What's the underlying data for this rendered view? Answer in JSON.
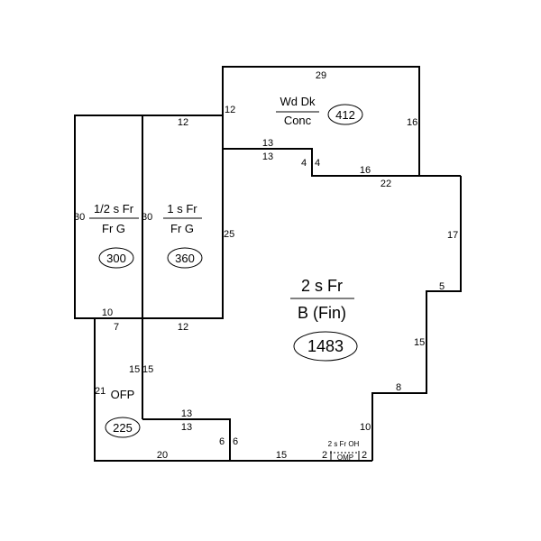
{
  "areas": {
    "deck": {
      "label_top": "Wd Dk",
      "label_bottom": "Conc",
      "area": "412"
    },
    "half_story": {
      "label_top": "1/2 s Fr",
      "label_bottom": "Fr G",
      "area": "300"
    },
    "one_story": {
      "label_top": "1 s Fr",
      "label_bottom": "Fr G",
      "area": "360"
    },
    "main": {
      "label_top": "2 s Fr",
      "label_bottom": "B (Fin)",
      "area": "1483"
    },
    "porch": {
      "label": "OFP",
      "area": "225"
    },
    "bay": {
      "label_top": "2 s Fr OH",
      "label_bottom": "OMP"
    }
  },
  "dimensions": {
    "deck_top": "29",
    "deck_left": "12",
    "deck_right": "16",
    "deck_step_top": "13",
    "deck_step_bottom": "13",
    "deck_step_left": "4",
    "deck_step_right": "4",
    "deck_bottom": "16",
    "main_top_right": "22",
    "main_right_upper": "17",
    "main_notch_top": "5",
    "main_right_mid": "15",
    "main_notch_lower": "8",
    "main_right_lower": "10",
    "garage_top": "12",
    "half_left": "30",
    "half_right": "30",
    "garage_right": "25",
    "half_bottom": "10",
    "porch_top": "7",
    "one_bottom": "12",
    "porch_right_a": "15",
    "porch_right_b": "15",
    "porch_left": "21",
    "porch_step_top": "13",
    "porch_step_bottom": "13",
    "porch_step_left": "6",
    "porch_step_right": "6",
    "porch_bottom": "20",
    "main_bottom": "15",
    "bay_left": "2",
    "bay_right": "2"
  }
}
